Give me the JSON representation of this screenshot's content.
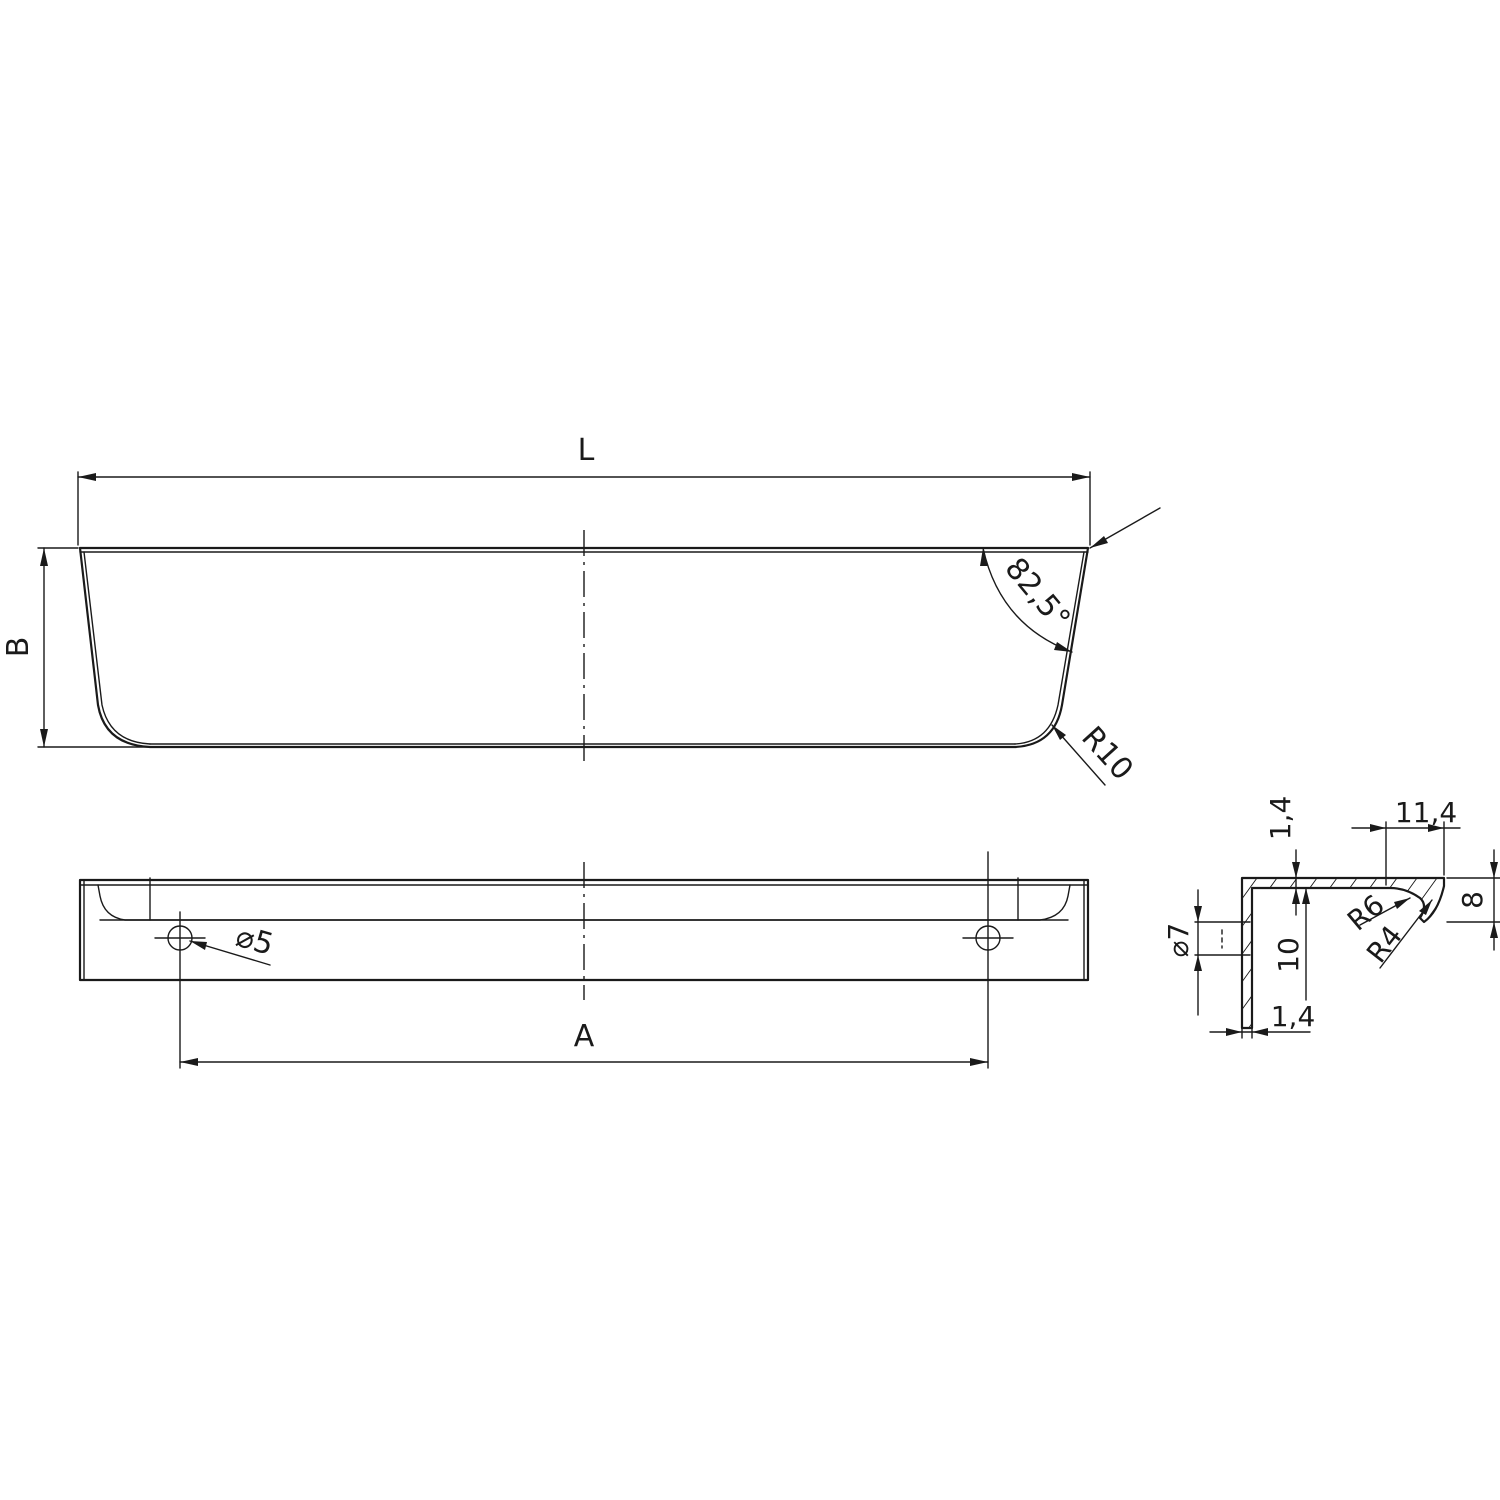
{
  "dimensions": {
    "length_label": "L",
    "width_label": "B",
    "hole_spacing_label": "A",
    "hole_diameter": "⌀5",
    "edge_angle": "82,5°",
    "corner_radius": "R10"
  },
  "profile": {
    "wall_top": "1,4",
    "wall_side": "1,4",
    "flange_width": "11,4",
    "height": "8",
    "hole_diameter": "⌀7",
    "hole_offset": "10",
    "inner_radius": "R6",
    "outer_radius": "R4"
  }
}
